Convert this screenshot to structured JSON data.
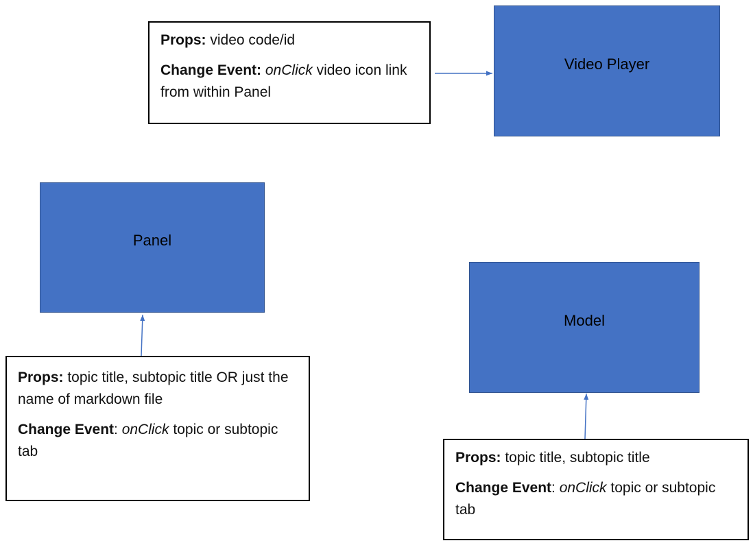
{
  "components": {
    "video_player": {
      "label": "Video Player"
    },
    "panel": {
      "label": "Panel"
    },
    "model": {
      "label": "Model"
    }
  },
  "notes": {
    "video_player": {
      "props_label": "Props:",
      "props_value": " video code/id",
      "event_label": "Change Event:",
      "event_handler": "onClick",
      "event_value": " video icon link from within Panel"
    },
    "panel": {
      "props_label": "Props:",
      "props_value": " topic title, subtopic title OR just the name of markdown file",
      "event_label": "Change Event",
      "event_sep": ": ",
      "event_handler": "onClick",
      "event_value": " topic or subtopic tab"
    },
    "model": {
      "props_label": "Props:",
      "props_value": " topic title, subtopic title",
      "event_label": "Change Event",
      "event_sep": ": ",
      "event_handler": "onClick",
      "event_value": " topic or subtopic  tab"
    }
  },
  "colors": {
    "component_fill": "#4472c4",
    "component_border": "#2f528f",
    "connector": "#4472c4"
  }
}
